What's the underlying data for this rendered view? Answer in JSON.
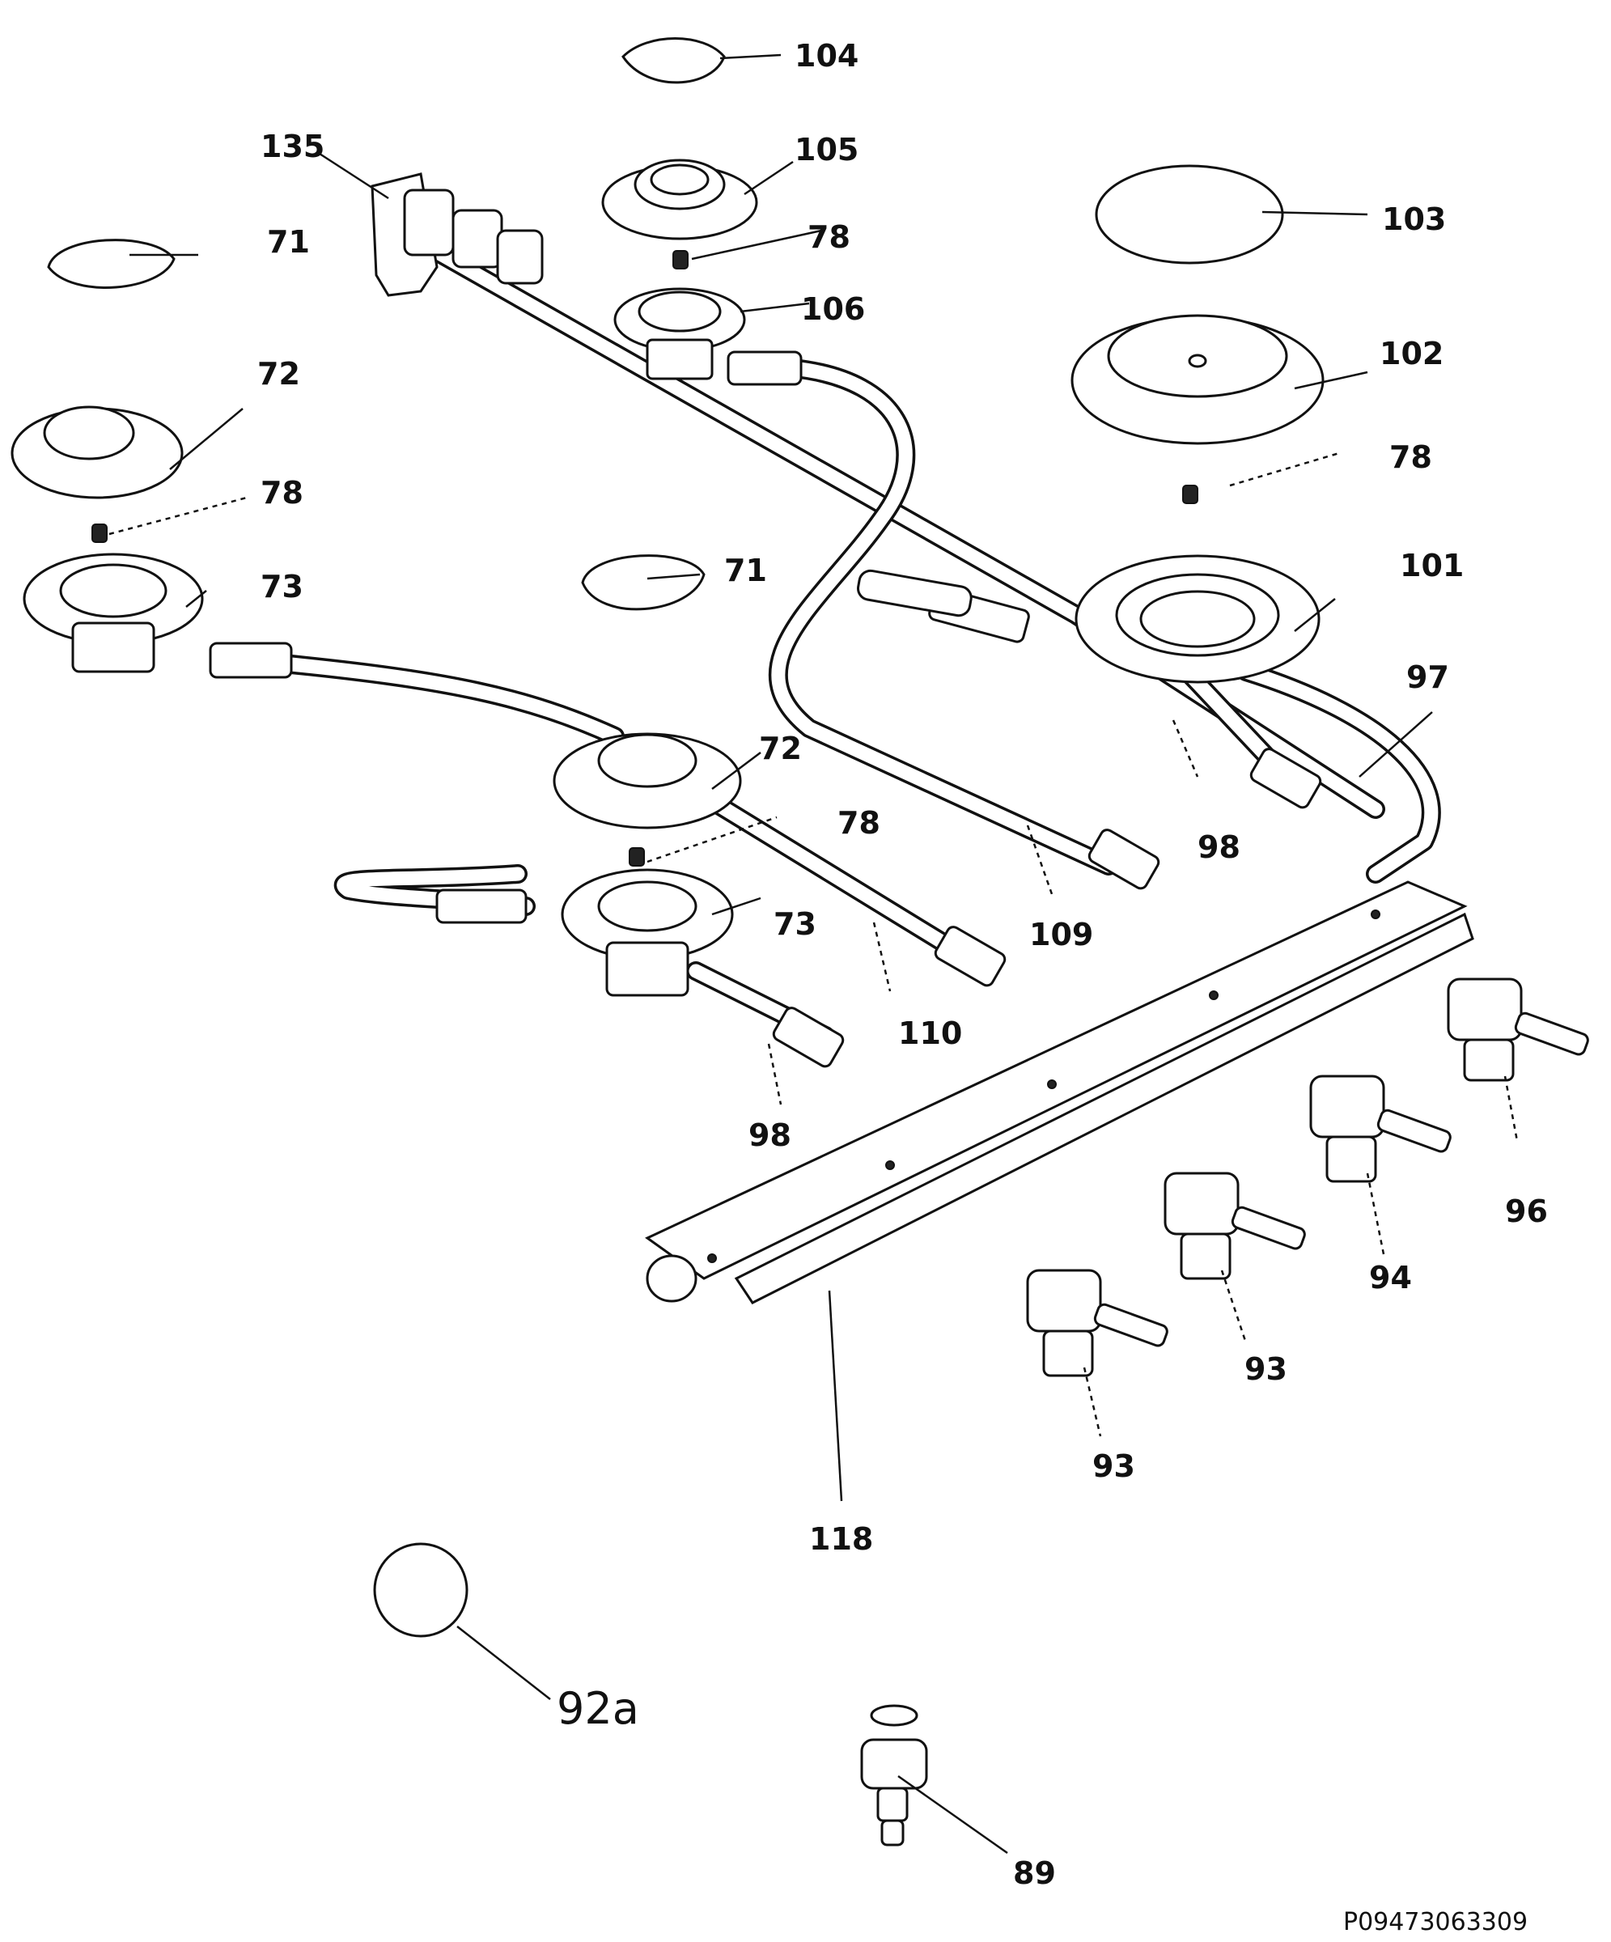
{
  "diagram": {
    "callouts": [
      {
        "id": "c104",
        "text": "104"
      },
      {
        "id": "c105",
        "text": "105"
      },
      {
        "id": "c135",
        "text": "135"
      },
      {
        "id": "c78a",
        "text": "78"
      },
      {
        "id": "c103",
        "text": "103"
      },
      {
        "id": "c71a",
        "text": "71"
      },
      {
        "id": "c106",
        "text": "106"
      },
      {
        "id": "c72a",
        "text": "72"
      },
      {
        "id": "c102",
        "text": "102"
      },
      {
        "id": "c78b",
        "text": "78"
      },
      {
        "id": "c78c",
        "text": "78"
      },
      {
        "id": "c71b",
        "text": "71"
      },
      {
        "id": "c101",
        "text": "101"
      },
      {
        "id": "c73a",
        "text": "73"
      },
      {
        "id": "c97",
        "text": "97"
      },
      {
        "id": "c72b",
        "text": "72"
      },
      {
        "id": "c78d",
        "text": "78"
      },
      {
        "id": "c98a",
        "text": "98"
      },
      {
        "id": "c73b",
        "text": "73"
      },
      {
        "id": "c109",
        "text": "109"
      },
      {
        "id": "c110",
        "text": "110"
      },
      {
        "id": "c98b",
        "text": "98"
      },
      {
        "id": "c96",
        "text": "96"
      },
      {
        "id": "c94",
        "text": "94"
      },
      {
        "id": "c93a",
        "text": "93"
      },
      {
        "id": "c93b",
        "text": "93"
      },
      {
        "id": "c118",
        "text": "118"
      },
      {
        "id": "c92a",
        "text": "92a"
      },
      {
        "id": "c89",
        "text": "89"
      }
    ],
    "drawing_code": "P09473063309"
  }
}
